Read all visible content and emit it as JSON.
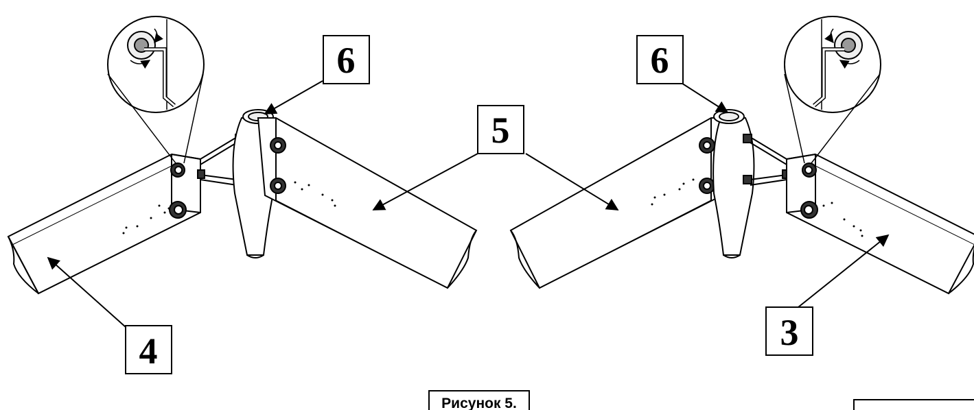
{
  "labels": {
    "part_6_left": "6",
    "part_6_right": "6",
    "part_5": "5",
    "part_4": "4",
    "part_3": "3"
  },
  "caption": "Рисунок 5.",
  "colors": {
    "line": "#000000",
    "background": "#ffffff",
    "wood_shading": "#d9d9d9"
  },
  "icons": {
    "detail_left": "hex-key-turn-icon",
    "detail_right": "hex-key-turn-icon"
  }
}
